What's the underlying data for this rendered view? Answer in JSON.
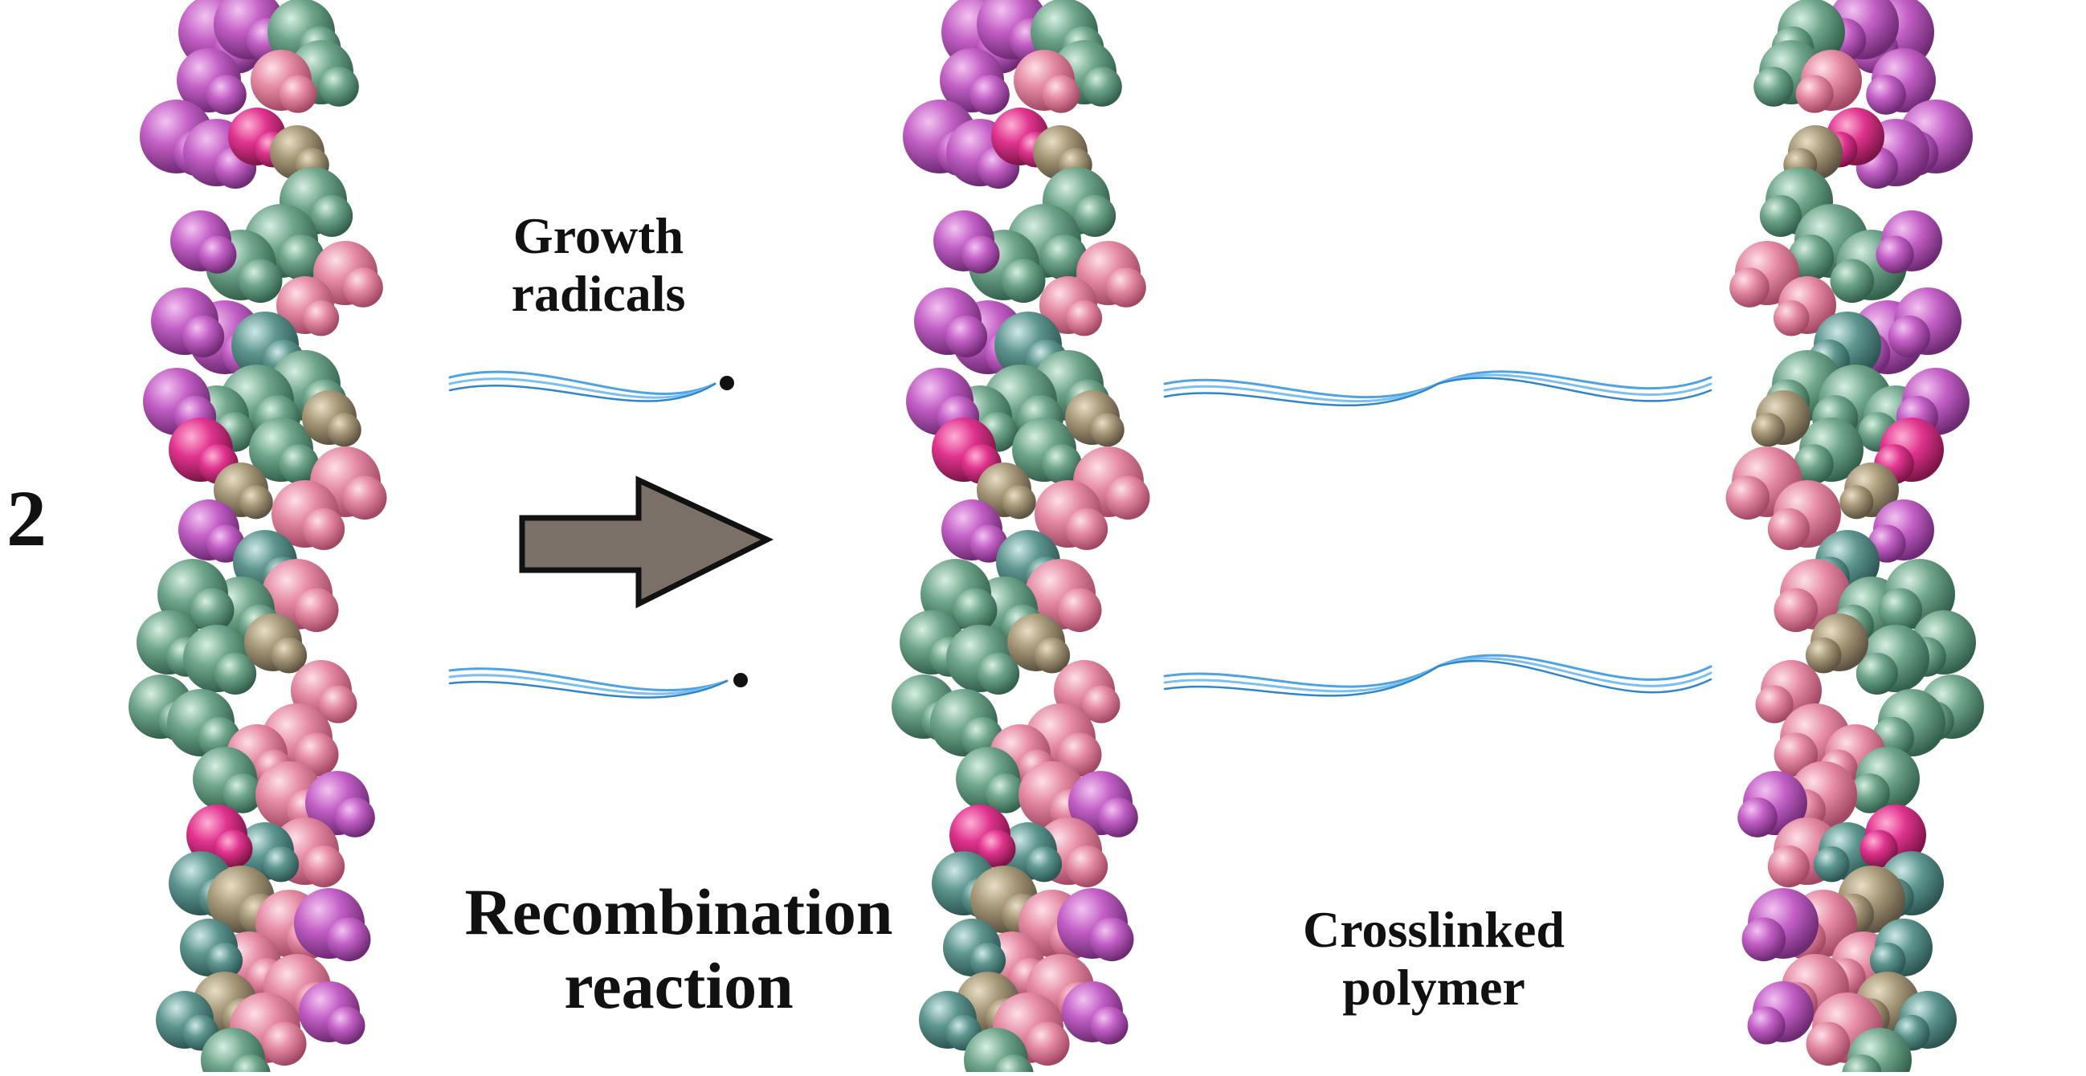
{
  "labels": {
    "coefficient": "2",
    "growth_radicals_line1": "Growth",
    "growth_radicals_line2": "radicals",
    "recombination_line1": "Recombination",
    "recombination_line2": "reaction",
    "crosslinked_line1": "Crosslinked",
    "crosslinked_line2": "polymer"
  },
  "colors": {
    "background": "#ffffff",
    "atom_magenta": "#c35fc6",
    "atom_green": "#6fa58a",
    "atom_pink": "#e58aa3",
    "atom_tan": "#a69878",
    "atom_teal": "#5e958f",
    "polymer_chain_blue": "#4da3e6",
    "radical_dot": "#111111",
    "arrow_fill": "#7b7067",
    "arrow_stroke": "#111111"
  },
  "icons": {
    "reaction_arrow": "right-arrow-icon",
    "radical": "dot"
  }
}
